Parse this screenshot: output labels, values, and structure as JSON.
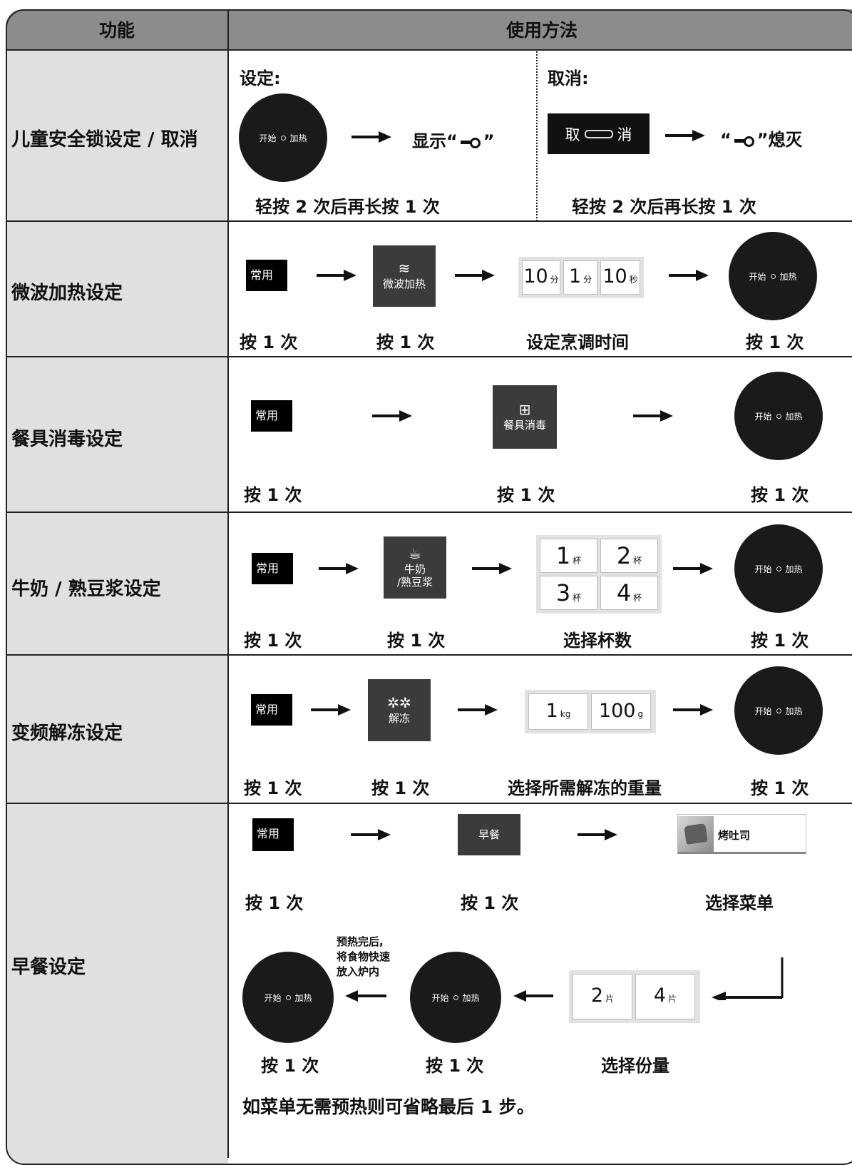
{
  "header": {
    "col1": "功能",
    "col2": "使用方法"
  },
  "common": {
    "start_button": "开始",
    "heat": "加热",
    "press_once": "按 1 次",
    "common_btn": "常用"
  },
  "rows": {
    "childlock": {
      "label": "儿童安全锁设定 / 取消",
      "set_title": "设定:",
      "set_result_prefix": "显示“",
      "set_result_suffix": "”",
      "set_caption": "轻按 2 次后再长按 1 次",
      "cancel_title": "取消:",
      "cancel_btn_left": "取",
      "cancel_btn_right": "消",
      "cancel_result_prefix": "“",
      "cancel_result_suffix": "”熄灭",
      "cancel_caption": "轻按 2 次后再长按 1 次"
    },
    "microwave": {
      "label": "微波加热设定",
      "btn": "微波加热",
      "btn_icon": "≋",
      "keys": [
        {
          "num": "10",
          "unit": "分"
        },
        {
          "num": "1",
          "unit": "分"
        },
        {
          "num": "10",
          "unit": "秒"
        }
      ],
      "captions": [
        "按 1 次",
        "按 1 次",
        "设定烹调时间",
        "按 1 次"
      ]
    },
    "sterilize": {
      "label": "餐具消毒设定",
      "btn": "餐具消毒",
      "btn_icon": "⊞",
      "captions": [
        "按 1 次",
        "按 1 次",
        "按 1 次"
      ]
    },
    "milk": {
      "label": "牛奶 / 熟豆浆设定",
      "btn_line1": "牛奶",
      "btn_line2": "/熟豆浆",
      "btn_icon": "☕",
      "keys": [
        {
          "num": "1",
          "unit": "杯"
        },
        {
          "num": "2",
          "unit": "杯"
        },
        {
          "num": "3",
          "unit": "杯"
        },
        {
          "num": "4",
          "unit": "杯"
        }
      ],
      "captions": [
        "按 1 次",
        "按 1 次",
        "选择杯数",
        "按 1 次"
      ]
    },
    "defrost": {
      "label": "变频解冻设定",
      "btn": "解冻",
      "btn_icon": "✲✲",
      "keys": [
        {
          "num": "1",
          "unit": "kg"
        },
        {
          "num": "100",
          "unit": "g"
        }
      ],
      "captions": [
        "按 1 次",
        "按 1 次",
        "选择所需解冻的重量",
        "按 1 次"
      ]
    },
    "breakfast": {
      "label": "早餐设定",
      "btn": "早餐",
      "menu_item": "烤吐司",
      "captions_top": [
        "按 1 次",
        "按 1 次",
        "选择菜单"
      ],
      "note": [
        "预热完后,",
        "将食物快速",
        "放入炉内"
      ],
      "keys": [
        {
          "num": "2",
          "unit": "片"
        },
        {
          "num": "4",
          "unit": "片"
        }
      ],
      "captions_bottom": [
        "按 1 次",
        "按 1 次",
        "选择份量"
      ],
      "footnote": "如菜单无需预热则可省略最后 1 步。"
    }
  }
}
